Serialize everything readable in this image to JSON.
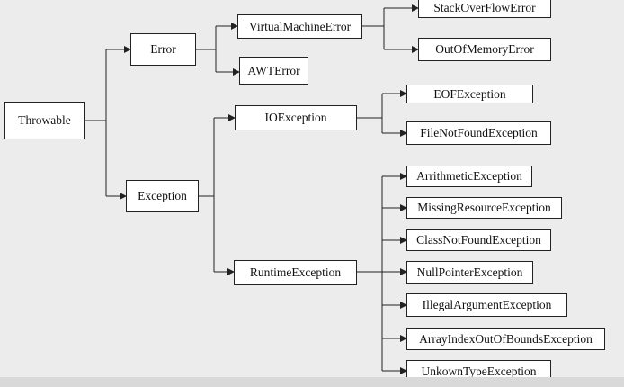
{
  "diagram": {
    "nodes": {
      "throwable": "Throwable",
      "error": "Error",
      "exception": "Exception",
      "virtual_machine_error": "VirtualMachineError",
      "awt_error": "AWTError",
      "stack_overflow_error": "StackOverFlowError",
      "out_of_memory_error": "OutOfMemoryError",
      "io_exception": "IOException",
      "runtime_exception": "RuntimeException",
      "eof_exception": "EOFException",
      "file_not_found_exception": "FileNotFoundException",
      "arithmetic_exception": "ArrithmeticException",
      "missing_resource_exception": "MissingResourceException",
      "class_not_found_exception": "ClassNotFoundException",
      "null_pointer_exception": "NullPointerException",
      "illegal_argument_exception": "IllegalArgumentException",
      "array_index_out_of_bounds_exception": "ArrayIndexOutOfBoundsException",
      "unknown_type_exception": "UnkownTypeException"
    },
    "edges": [
      [
        "throwable",
        "error"
      ],
      [
        "throwable",
        "exception"
      ],
      [
        "error",
        "virtual_machine_error"
      ],
      [
        "error",
        "awt_error"
      ],
      [
        "virtual_machine_error",
        "stack_overflow_error"
      ],
      [
        "virtual_machine_error",
        "out_of_memory_error"
      ],
      [
        "exception",
        "io_exception"
      ],
      [
        "exception",
        "runtime_exception"
      ],
      [
        "io_exception",
        "eof_exception"
      ],
      [
        "io_exception",
        "file_not_found_exception"
      ],
      [
        "runtime_exception",
        "arithmetic_exception"
      ],
      [
        "runtime_exception",
        "missing_resource_exception"
      ],
      [
        "runtime_exception",
        "class_not_found_exception"
      ],
      [
        "runtime_exception",
        "null_pointer_exception"
      ],
      [
        "runtime_exception",
        "illegal_argument_exception"
      ],
      [
        "runtime_exception",
        "array_index_out_of_bounds_exception"
      ],
      [
        "runtime_exception",
        "unknown_type_exception"
      ]
    ],
    "colors": {
      "background": "#ececec",
      "box_fill": "#ffffff",
      "line": "#222222"
    }
  }
}
